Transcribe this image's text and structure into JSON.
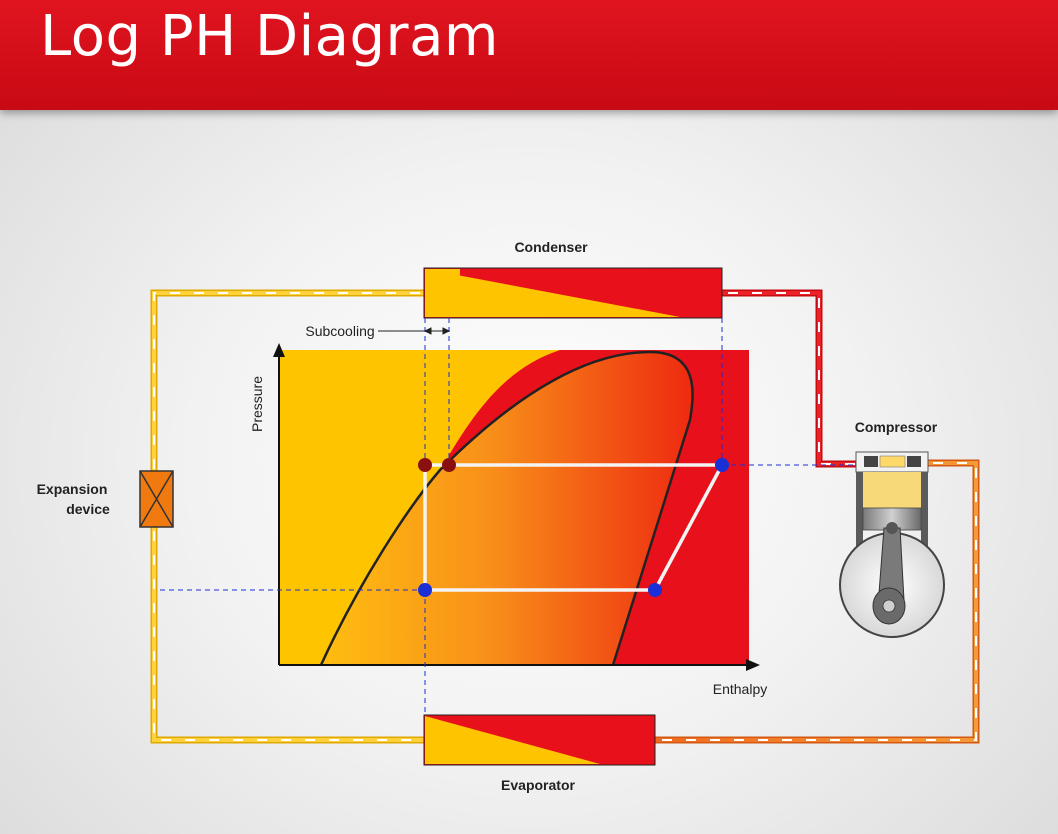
{
  "header": {
    "title": "Log PH Diagram"
  },
  "labels": {
    "condenser": "Condenser",
    "subcooling": "Subcooling",
    "pressure": "Pressure",
    "compressor": "Compressor",
    "expansion_line1": "Expansion",
    "expansion_line2": "device",
    "enthalpy": "Enthalpy",
    "evaporator": "Evaporator"
  },
  "colors": {
    "header": "#d40f1a",
    "liquid_yellow": "#ffc400",
    "mix_orange": "#f07a10",
    "vapour_red": "#e8101a",
    "line_orange": "#f08a2a",
    "state_point_blue": "#1a2fd6",
    "state_point_darkred": "#8a1010"
  },
  "icons": {
    "expansion": "expansion-valve-icon",
    "compressor": "piston-compressor-icon"
  }
}
